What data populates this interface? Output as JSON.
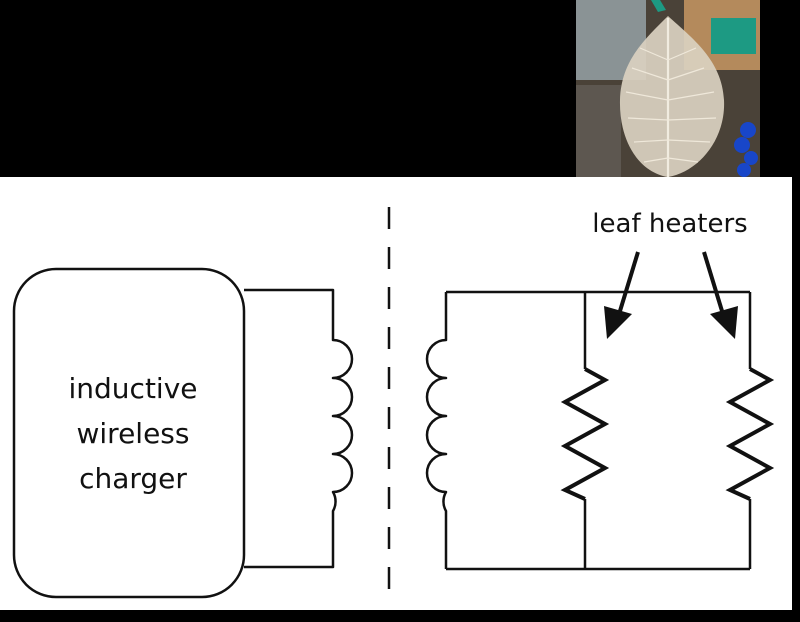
{
  "diagram": {
    "charger_label_lines": [
      "inductive",
      "wireless",
      "charger"
    ],
    "heaters_label": "leaf heaters"
  },
  "photo": {
    "subject": "leaf-skeleton-photo",
    "colors": {
      "background": "#4a4238",
      "leaf": "#d9d1bf",
      "vein": "#f1ece0",
      "box": "#b48a5c",
      "teal_label": "#1d9a83",
      "blue_beads": "#1846c9",
      "wall": "#9aa7ad"
    }
  },
  "colors": {
    "page_background": "#000000",
    "panel_background": "#ffffff",
    "line": "#111111"
  }
}
